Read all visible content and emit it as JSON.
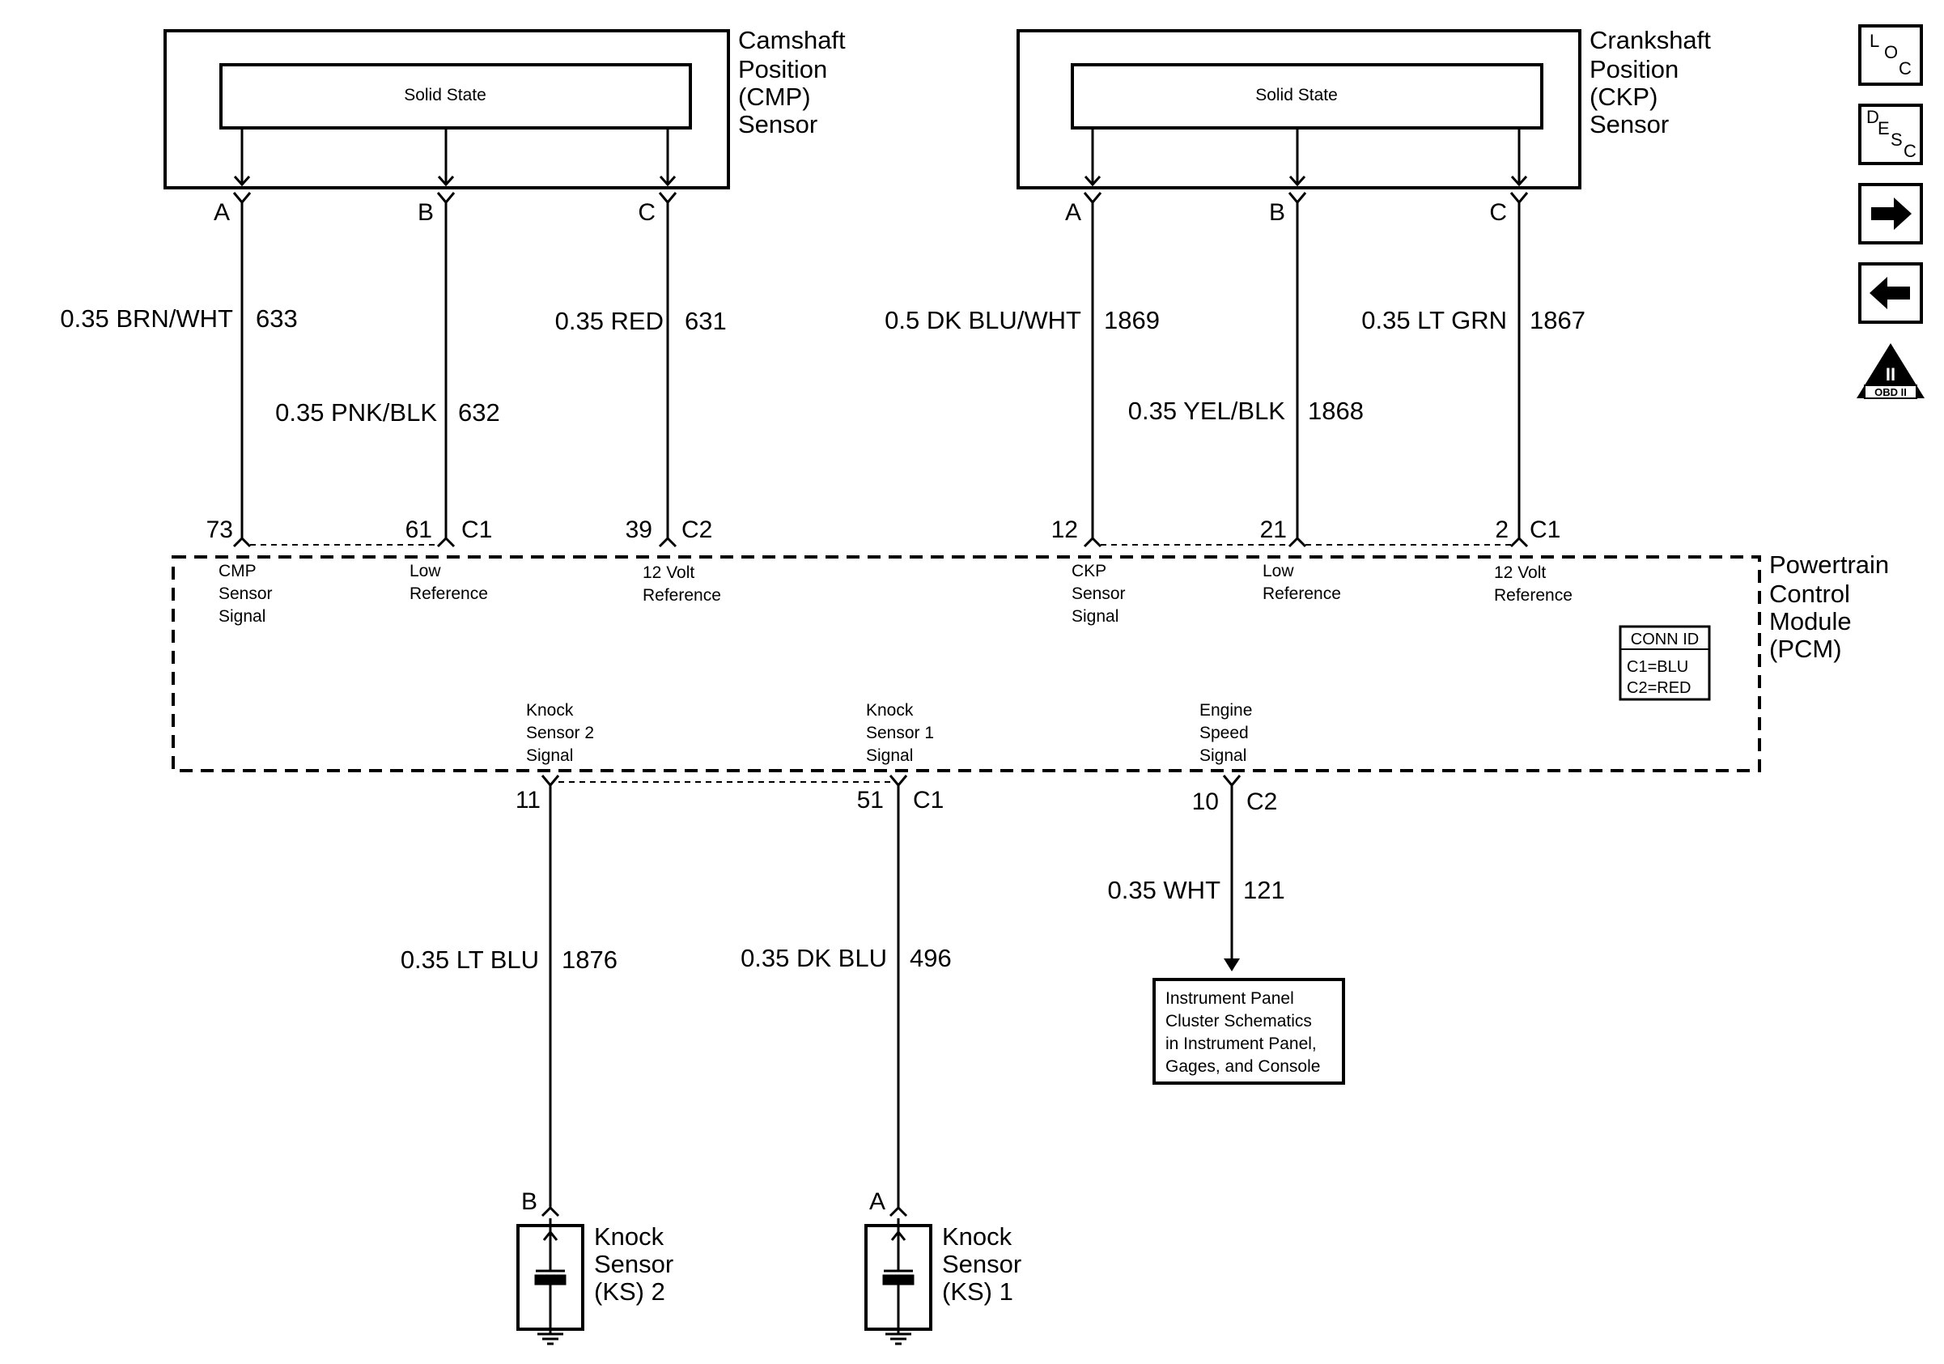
{
  "cmp_sensor": {
    "title_lines": [
      "Camshaft",
      "Position",
      "(CMP)",
      "Sensor"
    ],
    "inner_label": "Solid State",
    "pins": [
      {
        "letter": "A",
        "wire": "0.35 BRN/WHT",
        "circuit": "633",
        "pcm_pin": "73",
        "pcm_fn": [
          "CMP",
          "Sensor",
          "Signal"
        ],
        "conn": ""
      },
      {
        "letter": "B",
        "wire": "0.35 PNK/BLK",
        "circuit": "632",
        "pcm_pin": "61",
        "pcm_fn": [
          "Low",
          "Reference"
        ],
        "conn": "C1"
      },
      {
        "letter": "C",
        "wire": "0.35 RED",
        "circuit": "631",
        "pcm_pin": "39",
        "pcm_fn": [
          "12 Volt",
          "Reference"
        ],
        "conn": "C2"
      }
    ]
  },
  "ckp_sensor": {
    "title_lines": [
      "Crankshaft",
      "Position",
      "(CKP)",
      "Sensor"
    ],
    "inner_label": "Solid State",
    "pins": [
      {
        "letter": "A",
        "wire": "0.5 DK BLU/WHT",
        "circuit": "1869",
        "pcm_pin": "12",
        "pcm_fn": [
          "CKP",
          "Sensor",
          "Signal"
        ],
        "conn": ""
      },
      {
        "letter": "B",
        "wire": "0.35 YEL/BLK",
        "circuit": "1868",
        "pcm_pin": "21",
        "pcm_fn": [
          "Low",
          "Reference"
        ],
        "conn": ""
      },
      {
        "letter": "C",
        "wire": "0.35 LT GRN",
        "circuit": "1867",
        "pcm_pin": "2",
        "pcm_fn": [
          "12 Volt",
          "Reference"
        ],
        "conn": "C1"
      }
    ]
  },
  "pcm": {
    "title_lines": [
      "Powertrain",
      "Control",
      "Module",
      "(PCM)"
    ],
    "conn_id": {
      "header": "CONN ID",
      "lines": [
        "C1=BLU",
        "C2=RED"
      ]
    }
  },
  "knock_circuits": [
    {
      "fn": [
        "Knock",
        "Sensor 2",
        "Signal"
      ],
      "pcm_pin": "11",
      "conn": "",
      "wire": "0.35 LT BLU",
      "circuit": "1876",
      "sensor_pin": "B",
      "sensor_title": [
        "Knock",
        "Sensor",
        "(KS) 2"
      ]
    },
    {
      "fn": [
        "Knock",
        "Sensor 1",
        "Signal"
      ],
      "pcm_pin": "51",
      "conn": "C1",
      "wire": "0.35 DK BLU",
      "circuit": "496",
      "sensor_pin": "A",
      "sensor_title": [
        "Knock",
        "Sensor",
        "(KS) 1"
      ]
    }
  ],
  "engine_speed": {
    "fn": [
      "Engine",
      "Speed",
      "Signal"
    ],
    "pcm_pin": "10",
    "conn": "C2",
    "wire": "0.35 WHT",
    "circuit": "121",
    "ref_box": [
      "Instrument Panel",
      "Cluster Schematics",
      "in Instrument Panel,",
      "Gages, and Console"
    ]
  },
  "nav_icons": [
    {
      "name": "loc-icon",
      "label": [
        "L",
        "O",
        "C"
      ]
    },
    {
      "name": "desc-icon",
      "label": [
        "D",
        "E",
        "S",
        "C"
      ]
    },
    {
      "name": "arrow-right-icon",
      "label": []
    },
    {
      "name": "arrow-left-icon",
      "label": []
    },
    {
      "name": "obd-ii-icon",
      "label": [
        "II",
        "OBD II"
      ]
    }
  ]
}
